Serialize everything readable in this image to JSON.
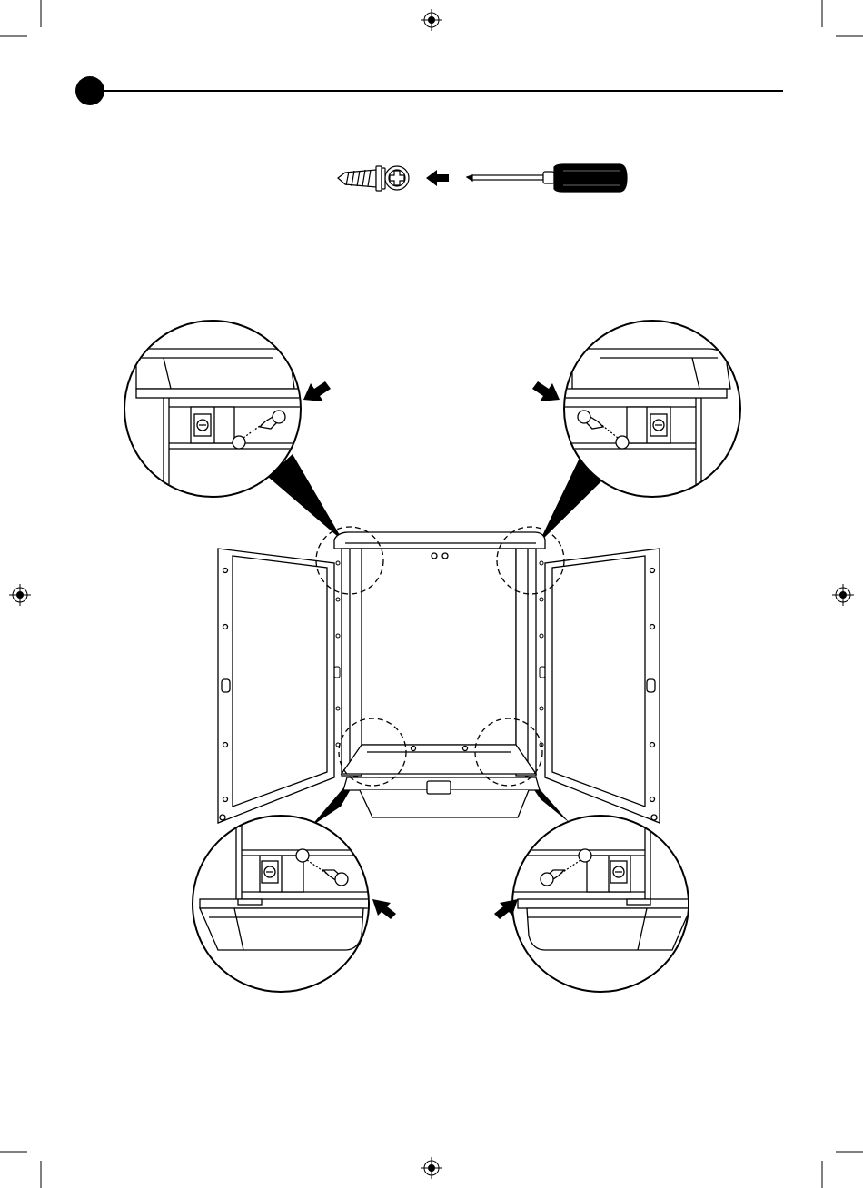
{
  "step": {
    "number": ""
  },
  "tools": [
    "screw-icon",
    "phillips-head-icon",
    "arrow-left-icon",
    "screwdriver-icon"
  ],
  "callouts": [
    "top-left",
    "top-right",
    "bottom-left",
    "bottom-right"
  ],
  "colors": {
    "ink": "#000000",
    "paper": "#ffffff"
  }
}
